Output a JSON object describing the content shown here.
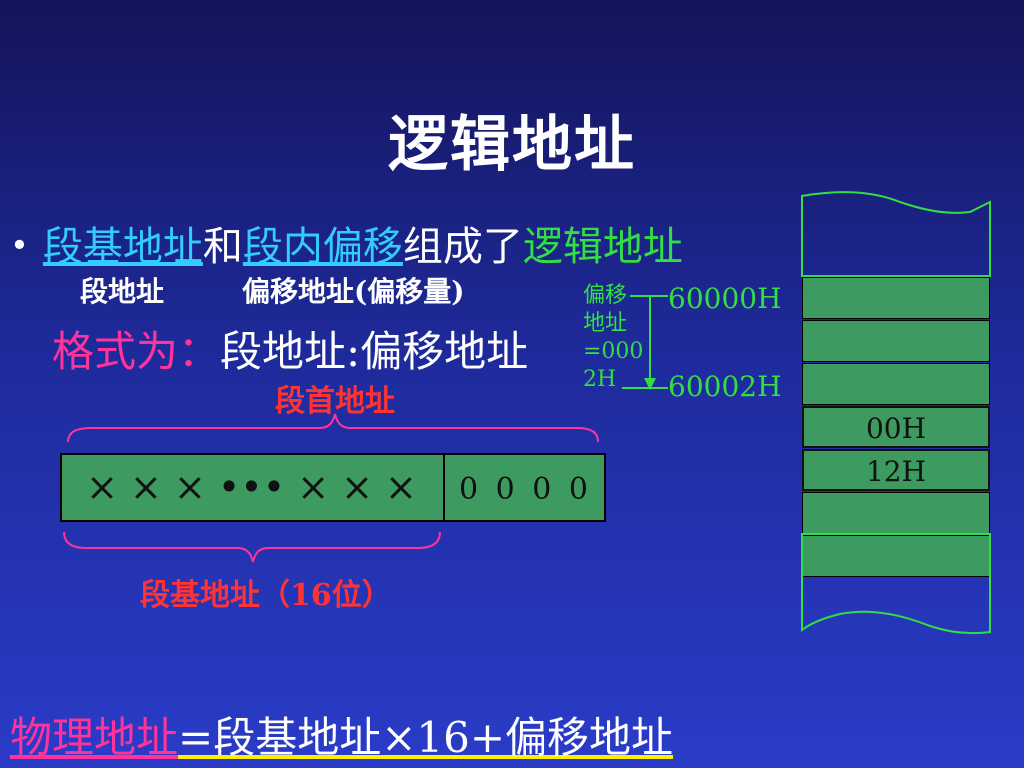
{
  "title": "逻辑地址",
  "bullet": {
    "part1": "段基地址",
    "part2": "和",
    "part3": "段内偏移",
    "part4": "组成了",
    "part5": "逻辑地址"
  },
  "sub_labels": {
    "segment": "段地址",
    "offset": "偏移地址(偏移量)"
  },
  "format": {
    "prefix": "格式为：",
    "content": "段地址:偏移地址"
  },
  "segment_first_label": "段首地址",
  "segment_base_label": "段基地址（16位）",
  "register": {
    "high": "× × ×   ••• × × ×",
    "low": "0 0 0 0"
  },
  "offset_note": [
    "偏移",
    "地址",
    "=000",
    "2H"
  ],
  "addresses": {
    "addr1": "60000H",
    "addr2": "60002H"
  },
  "memory": {
    "cells": [
      "",
      "",
      "",
      "00H",
      "12H",
      "",
      ""
    ]
  },
  "formula": {
    "left": "物理地址",
    "right": "=段基地址×16+偏移地址"
  },
  "colors": {
    "cyan": "#33ccff",
    "green": "#33dd44",
    "pink": "#ff3399",
    "red": "#ff3333",
    "cell_green": "#3d9a60"
  }
}
